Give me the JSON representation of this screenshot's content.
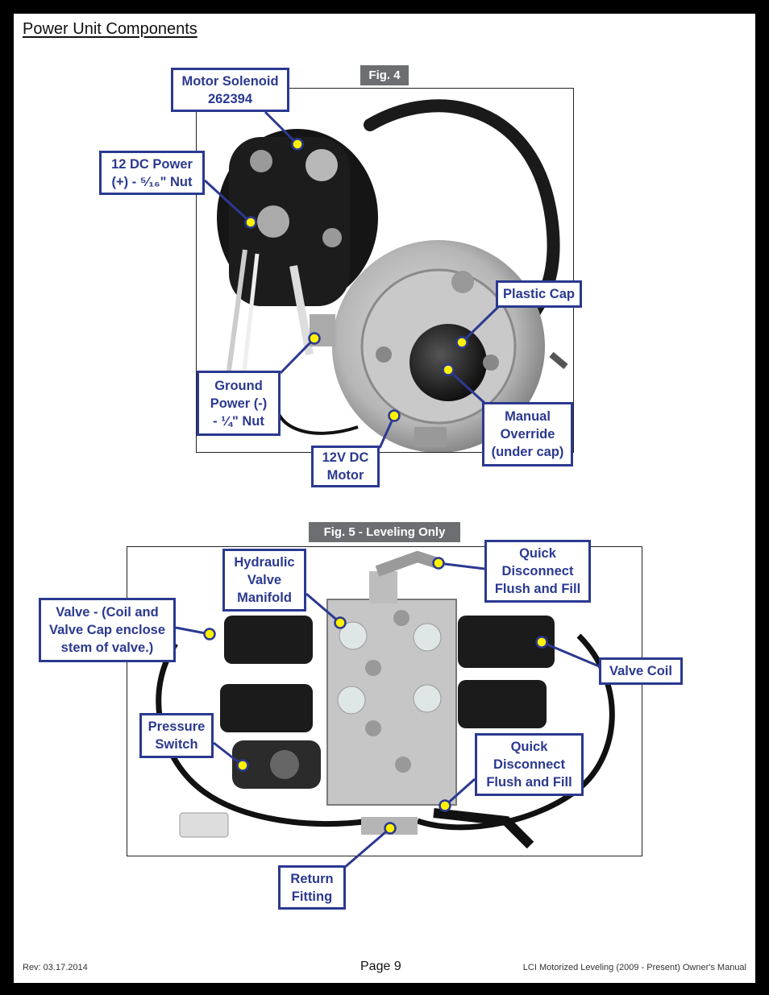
{
  "section_title": "Power Unit Components",
  "fig4": {
    "label": "Fig. 4",
    "callouts": {
      "motor_solenoid": "Motor Solenoid\n262394",
      "dc_power": "12 DC Power\n(+) - ⁵⁄₁₆\" Nut",
      "plastic_cap": "Plastic Cap",
      "ground_power": "Ground\nPower (-)\n- ¼\" Nut",
      "manual_override": "Manual\nOverride\n(under cap)",
      "dc_motor": "12V DC\nMotor"
    }
  },
  "fig5": {
    "label": "Fig. 5 - Leveling Only",
    "callouts": {
      "hydraulic_manifold": "Hydraulic\nValve\nManifold",
      "quick_disconnect_top": "Quick\nDisconnect\nFlush and Fill",
      "valve": "Valve - (Coil and\nValve Cap enclose\nstem of valve.)",
      "valve_coil": "Valve Coil",
      "pressure_switch": "Pressure\nSwitch",
      "quick_disconnect_bottom": "Quick\nDisconnect\nFlush and Fill",
      "return_fitting": "Return\nFitting"
    }
  },
  "footer": {
    "rev": "Rev: 03.17.2014",
    "page": "Page 9",
    "manual": "LCI Motorized Leveling (2009 - Present) Owner's Manual"
  },
  "colors": {
    "callout_blue": "#2b3990",
    "marker_yellow": "#fff200",
    "fig_tag_gray": "#6d6e71"
  }
}
